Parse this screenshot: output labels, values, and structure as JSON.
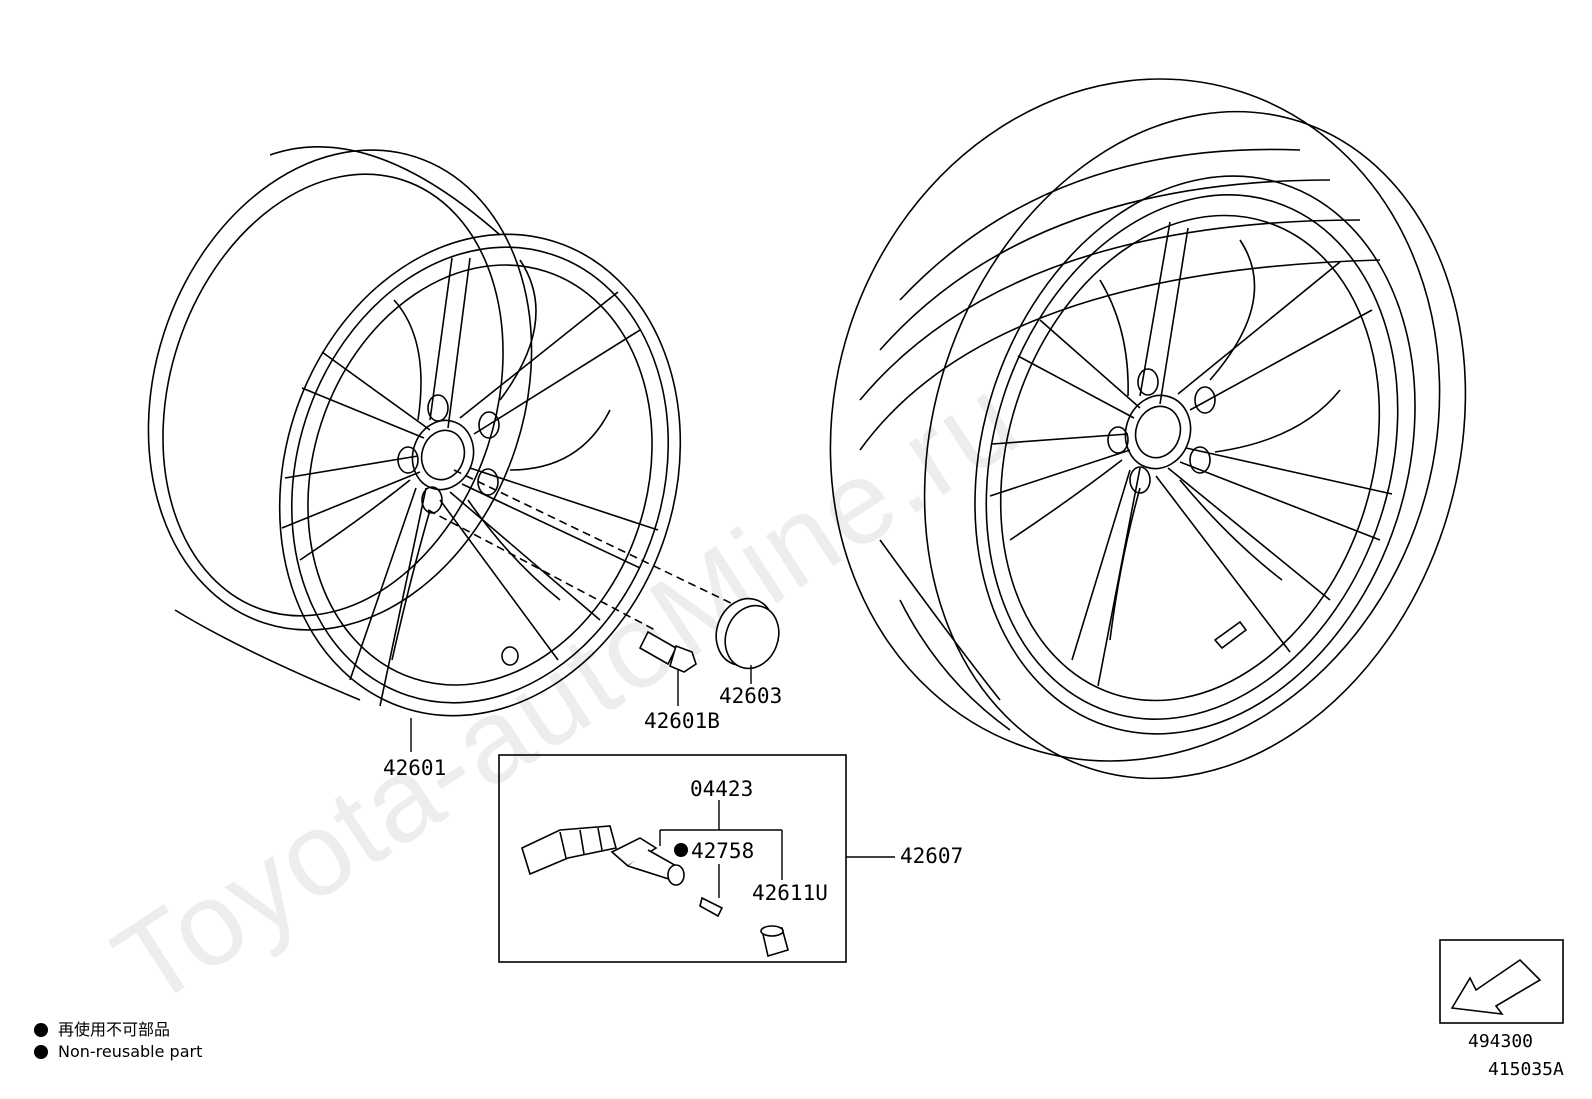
{
  "watermark": "Toyota-autoMine.ru",
  "callouts": {
    "wheel": "42601",
    "bolt": "42601B",
    "cap": "42603",
    "tpms_set": "42607",
    "sensor": "04423",
    "valve": "42758",
    "valve_cap": "42611U"
  },
  "legend": {
    "ja": "再使用不可部品",
    "en": "Non-reusable part"
  },
  "reference": {
    "code": "494300",
    "drawing_id": "415035A"
  }
}
